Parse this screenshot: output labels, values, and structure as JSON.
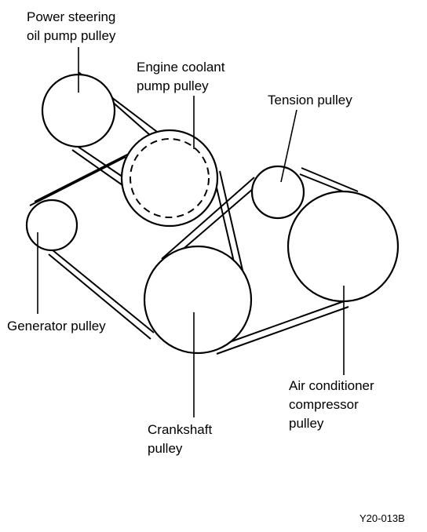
{
  "labels": {
    "power_steering": [
      "Power steering",
      "oil pump pulley"
    ],
    "coolant": [
      "Engine coolant",
      "pump pulley"
    ],
    "tension": "Tension pulley",
    "generator": "Generator pulley",
    "crankshaft": [
      "Crankshaft",
      "pulley"
    ],
    "air_conditioner": [
      "Air conditioner",
      "compressor",
      "pulley"
    ]
  },
  "figure_code": "Y20-013B"
}
